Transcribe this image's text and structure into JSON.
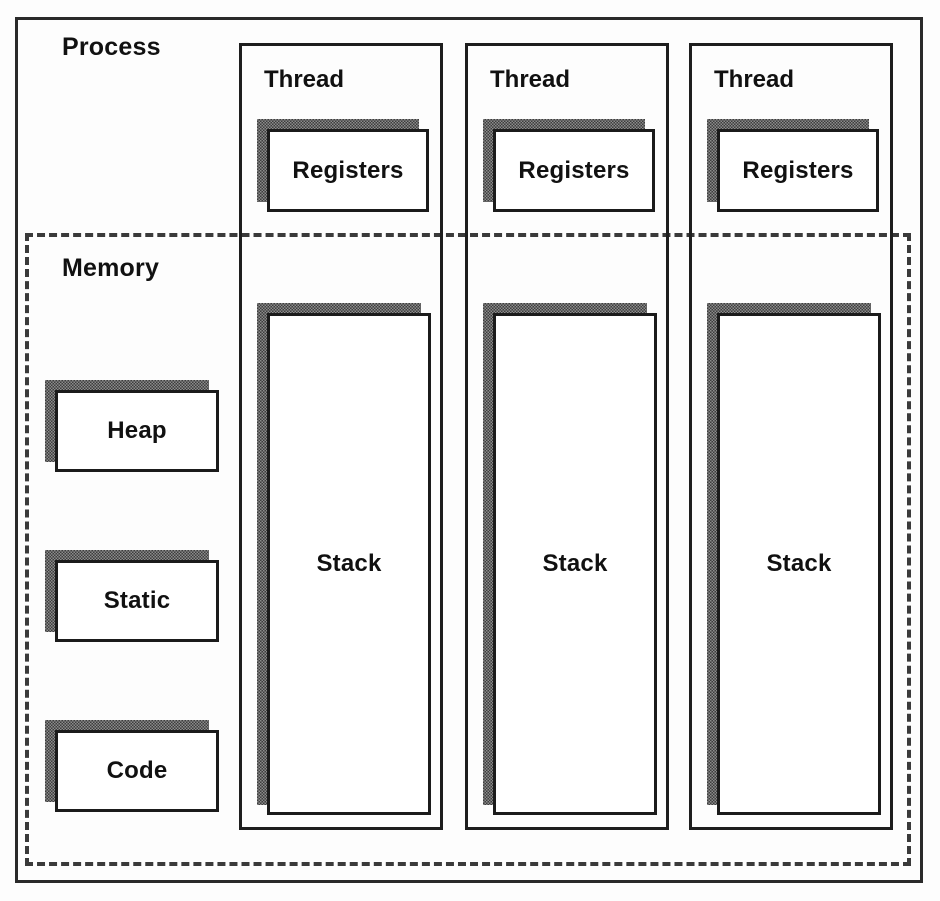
{
  "diagram": {
    "title_label": "Process",
    "memory_label": "Memory",
    "outer_color": "#2a2a2a",
    "dashed_color": "#3a3a3a",
    "box_border_color": "#1b1b1b",
    "shadow_color": "#8c8c8c",
    "background": "#fdfdfd"
  },
  "memory_segments": [
    {
      "label": "Heap"
    },
    {
      "label": "Static"
    },
    {
      "label": "Code"
    }
  ],
  "threads": [
    {
      "label": "Thread",
      "registers_label": "Registers",
      "stack_label": "Stack"
    },
    {
      "label": "Thread",
      "registers_label": "Registers",
      "stack_label": "Stack"
    },
    {
      "label": "Thread",
      "registers_label": "Registers",
      "stack_label": "Stack"
    }
  ]
}
